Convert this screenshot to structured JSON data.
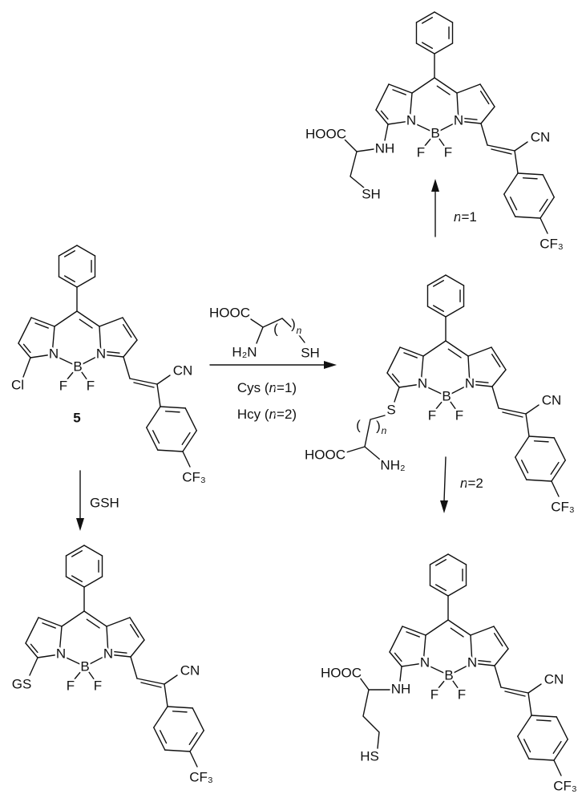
{
  "compound_label": "5",
  "atoms": {
    "N": "N",
    "B": "B",
    "F": "F",
    "CN": "CN",
    "CF3": "CF₃"
  },
  "substituents": {
    "Cl": "Cl",
    "GS": "GS",
    "S": "S",
    "NH": "NH",
    "HOOC": "HOOC",
    "NH2": "NH₂",
    "SH": "SH",
    "HS": "HS",
    "paren_open": "(",
    "paren_close": ")",
    "n": "n"
  },
  "reagent": {
    "HOOC": "HOOC",
    "H2N": "H₂N",
    "SH": "SH",
    "paren_open": "(",
    "paren_close": ")",
    "n": "n",
    "cys": {
      "pre": "Cys (",
      "var": "n",
      "post": "=1)"
    },
    "hcy": {
      "pre": "Hcy (",
      "var": "n",
      "post": "=2)"
    }
  },
  "arrows": {
    "gsh_label": "GSH",
    "up_label": {
      "var": "n",
      "post": "=1"
    },
    "down_label": {
      "var": "n",
      "post": "=2"
    }
  }
}
